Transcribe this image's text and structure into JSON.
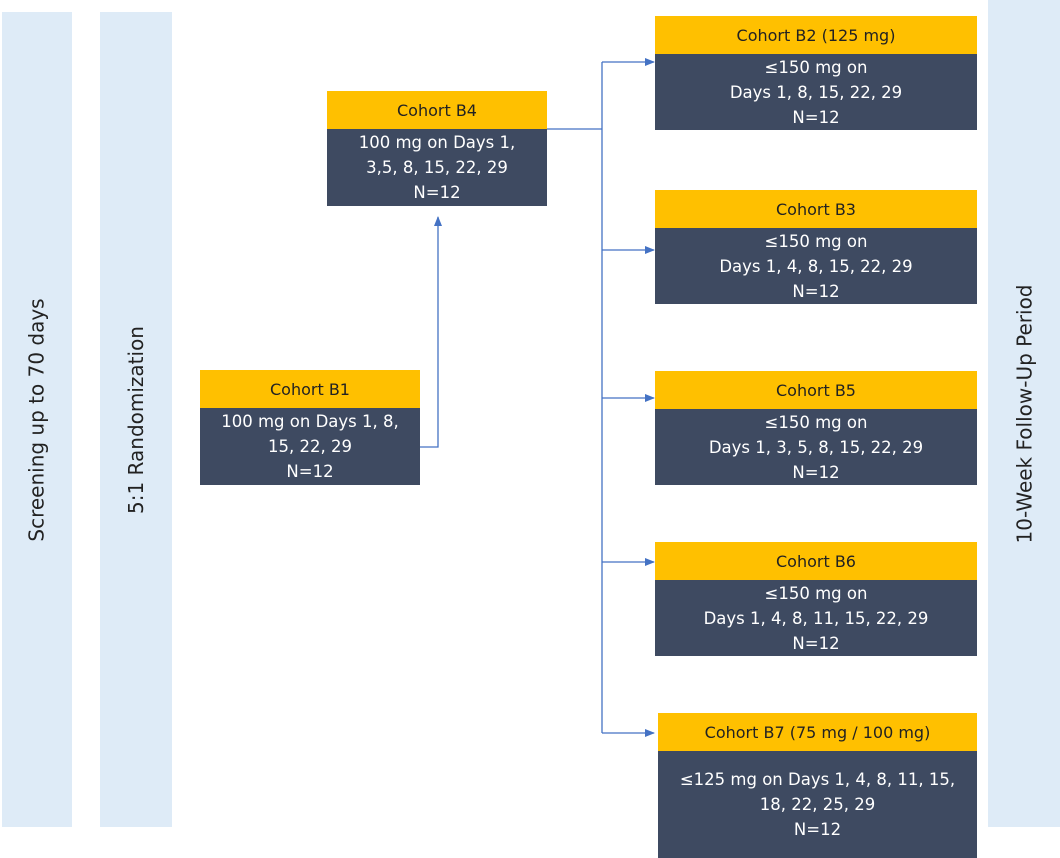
{
  "phases": {
    "screening": "Screening up to 70 days",
    "randomization": "5:1 Randomization",
    "follow_up": "10-Week Follow-Up Period"
  },
  "cohorts": {
    "b1": {
      "title": "Cohort B1",
      "lines": [
        "100 mg on Days 1, 8,",
        "15, 22, 29",
        "N=12"
      ]
    },
    "b4": {
      "title": "Cohort B4",
      "lines": [
        "100 mg on Days 1,",
        "3,5, 8, 15, 22, 29",
        "N=12"
      ]
    },
    "b2": {
      "title": "Cohort B2 (125 mg)",
      "lines": [
        "≤150 mg on",
        "Days 1, 8, 15, 22, 29",
        "N=12"
      ]
    },
    "b3": {
      "title": "Cohort B3",
      "lines": [
        "≤150 mg on",
        "Days 1, 4, 8, 15, 22, 29",
        "N=12"
      ]
    },
    "b5": {
      "title": "Cohort B5",
      "lines": [
        "≤150 mg on",
        "Days 1, 3, 5, 8, 15, 22, 29",
        "N=12"
      ]
    },
    "b6": {
      "title": "Cohort B6",
      "lines": [
        "≤150 mg on",
        "Days 1, 4, 8, 11, 15, 22, 29",
        "N=12"
      ]
    },
    "b7": {
      "title": "Cohort B7 (75 mg / 100 mg)",
      "lines": [
        "≤125 mg on Days 1, 4, 8, 11, 15,",
        "18, 22,  25, 29",
        "N=12"
      ]
    }
  },
  "colors": {
    "header": "#ffc000",
    "body": "#3e4a61",
    "band": "#deebf7",
    "arrow": "#4472c4"
  }
}
